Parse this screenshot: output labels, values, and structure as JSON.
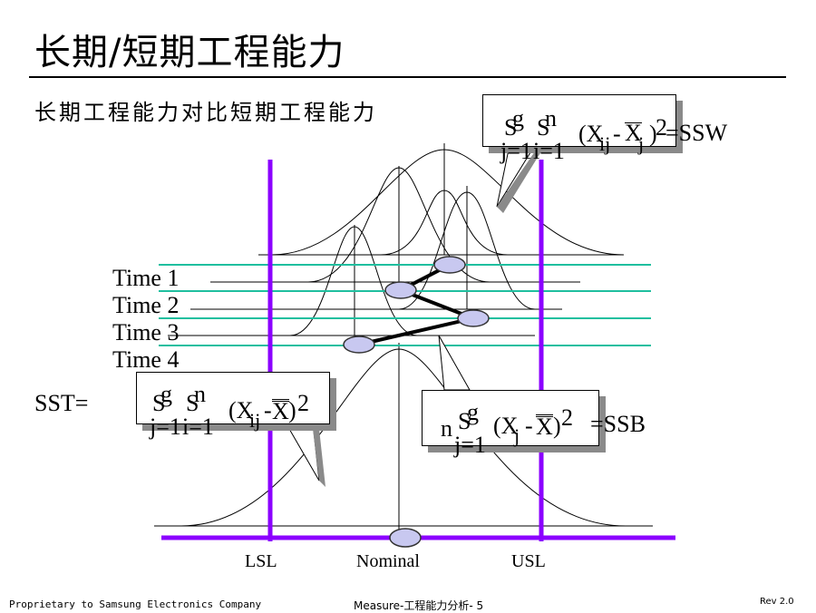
{
  "header": {
    "title": "长期/短期工程能力",
    "subtitle": "长期工程能力对比短期工程能力"
  },
  "time_labels": [
    "Time 1",
    "Time 2",
    "Time 3",
    "Time 4"
  ],
  "axis_labels": {
    "lsl": "LSL",
    "nominal": "Nominal",
    "usl": "USL"
  },
  "sst_label": "SST=",
  "formulas": {
    "ssw": {
      "sum1": "S",
      "sum1_top": "g",
      "sum1_bottom": "j=1",
      "sum2": "S",
      "sum2_top": "n",
      "sum2_bottom": "i=1",
      "paren_open": "(X",
      "sub_ij": "ij",
      "minus": "- ",
      "xbar": "X",
      "sub_j": "j",
      "paren_close": ")",
      "power": "2",
      "result": "=SSW"
    },
    "sst": {
      "sum1": "S",
      "sum1_top": "g",
      "sum1_bottom": "j=1",
      "sum2": "S",
      "sum2_top": "n",
      "sum2_bottom": "i=1",
      "paren_open": "(X",
      "sub_ij": "ij",
      "minus": "-",
      "xbarbar": "X",
      "paren_close": ")",
      "power": "2"
    },
    "ssb": {
      "n": "n",
      "sum1": "S",
      "sum1_top": "g",
      "sum1_bottom": "j=1",
      "paren_open": "(X",
      "sub_j": "j",
      "minus": "-",
      "xbarbar": "X",
      "paren_close": ")",
      "power": "2",
      "result": "=SSB"
    }
  },
  "footer": {
    "left": "Proprietary to Samsung Electronics Company",
    "center": "Measure-工程能力分析- 5",
    "right": "Rev 2.0"
  },
  "colors": {
    "spec_lines": "#8B00FF",
    "time_lines": "#1FBF9F",
    "markers": "#C8C8F0"
  }
}
